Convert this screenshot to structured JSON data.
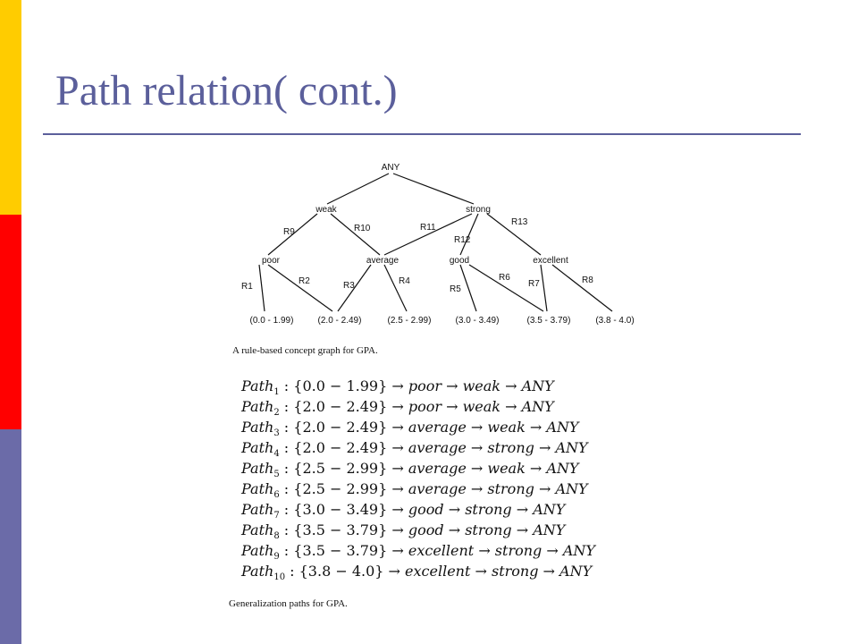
{
  "colors": {
    "accent_title": "#5B5F9B",
    "stripe_top": "#FFCC00",
    "stripe_middle": "#FF0000",
    "stripe_bottom": "#6B6BA8",
    "rule": "#5B5F9B"
  },
  "slide": {
    "title": "Path relation( cont.)"
  },
  "graph": {
    "nodes": {
      "any": "ANY",
      "weak": "weak",
      "strong": "strong",
      "poor": "poor",
      "average": "average",
      "good": "good",
      "excellent": "excellent",
      "r1": "(0.0 - 1.99)",
      "r2": "(2.0 - 2.49)",
      "r3": "(2.5 - 2.99)",
      "r4": "(3.0 - 3.49)",
      "r5": "(3.5 - 3.79)",
      "r6": "(3.8 - 4.0)"
    },
    "edges": {
      "R1": "R1",
      "R2": "R2",
      "R3": "R3",
      "R4": "R4",
      "R5": "R5",
      "R6": "R6",
      "R7": "R7",
      "R8": "R8",
      "R9": "R9",
      "R10": "R10",
      "R11": "R11",
      "R12": "R12",
      "R13": "R13"
    },
    "caption": "A rule-based concept graph for GPA."
  },
  "paths": {
    "name": "Path",
    "items": [
      {
        "sub": "1",
        "range": "{0.0 − 1.99}",
        "chain": "→ poor → weak → ANY"
      },
      {
        "sub": "2",
        "range": "{2.0 − 2.49}",
        "chain": "→ poor → weak → ANY"
      },
      {
        "sub": "3",
        "range": "{2.0 − 2.49}",
        "chain": "→ average → weak → ANY"
      },
      {
        "sub": "4",
        "range": "{2.0 − 2.49}",
        "chain": "→ average → strong → ANY"
      },
      {
        "sub": "5",
        "range": "{2.5 − 2.99}",
        "chain": "→ average → weak → ANY"
      },
      {
        "sub": "6",
        "range": "{2.5 − 2.99}",
        "chain": "→ average → strong → ANY"
      },
      {
        "sub": "7",
        "range": "{3.0 − 3.49}",
        "chain": "→ good → strong → ANY"
      },
      {
        "sub": "8",
        "range": "{3.5 − 3.79}",
        "chain": "→ good → strong → ANY"
      },
      {
        "sub": "9",
        "range": "{3.5 − 3.79}",
        "chain": "→ excellent → strong → ANY"
      },
      {
        "sub": "10",
        "range": "{3.8 − 4.0}",
        "chain": "→ excellent → strong → ANY"
      }
    ],
    "caption": "Generalization paths for GPA."
  }
}
